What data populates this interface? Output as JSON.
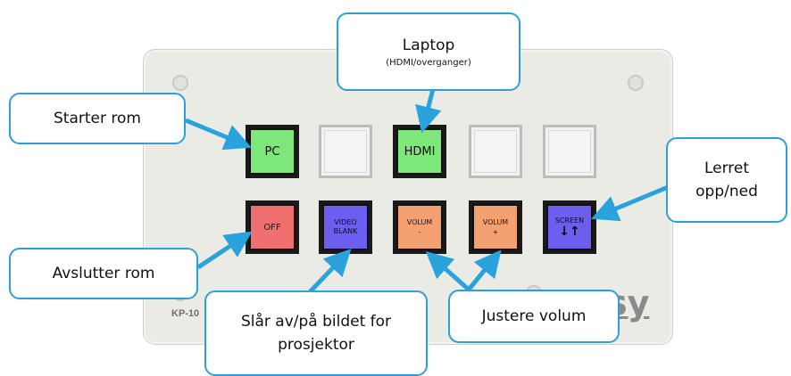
{
  "panel": {
    "model": "KP-10",
    "logo": "sy"
  },
  "buttons": {
    "pc": "PC",
    "hdmi": "HDMI",
    "off": "OFF",
    "video_blank": [
      "VIDEO",
      "BLANK"
    ],
    "volume_down": [
      "VOLUM",
      "-"
    ],
    "volume_up": [
      "VOLUM",
      "+"
    ],
    "screen": "SCREEN",
    "screen_icon": "down-up-arrows-icon"
  },
  "callouts": {
    "laptop_title": "Laptop",
    "laptop_sub": "(HDMI/overganger)",
    "start": "Starter rom",
    "end": "Avslutter rom",
    "screen_line1": "Lerret",
    "screen_line2": "opp/ned",
    "blank_line1": "Slår av/på bildet for",
    "blank_line2": "prosjektor",
    "volume": "Justere volum"
  },
  "colors": {
    "green": "#7ee77a",
    "red": "#f07070",
    "blue": "#6c5ff0",
    "orange": "#f4a070",
    "callout_border": "#2f9fd6",
    "arrow": "#2aa3dd"
  }
}
